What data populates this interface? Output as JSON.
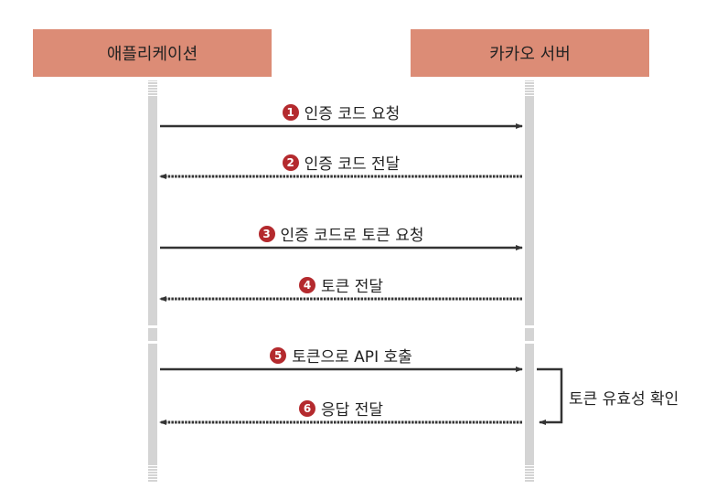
{
  "participants": {
    "left": "애플리케이션",
    "right": "카카오 서버"
  },
  "messages": [
    {
      "num": "1",
      "text": "인증 코드 요청",
      "direction": "right",
      "style": "solid"
    },
    {
      "num": "2",
      "text": "인증 코드 전달",
      "direction": "left",
      "style": "dotted"
    },
    {
      "num": "3",
      "text": "인증 코드로 토큰 요청",
      "direction": "right",
      "style": "solid"
    },
    {
      "num": "4",
      "text": "토큰 전달",
      "direction": "left",
      "style": "dotted"
    },
    {
      "num": "5",
      "text": "토큰으로 API 호출",
      "direction": "right",
      "style": "solid"
    },
    {
      "num": "6",
      "text": "응답 전달",
      "direction": "left",
      "style": "dotted"
    }
  ],
  "self_note": "토큰 유효성 확인",
  "colors": {
    "header": "#dc8c76",
    "badge": "#b42a2e",
    "lifeline": "#d4d4d4",
    "arrow": "#333333"
  }
}
